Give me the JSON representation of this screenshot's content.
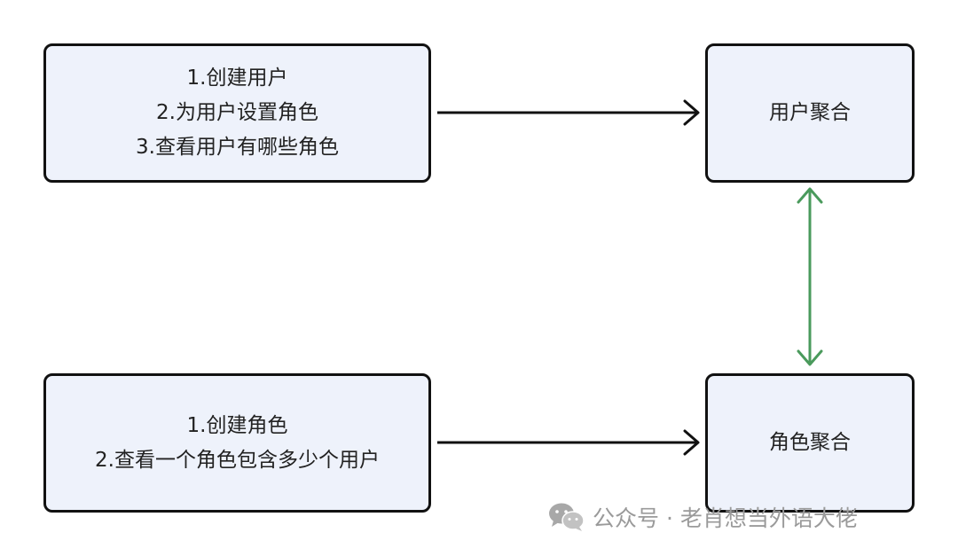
{
  "diagram": {
    "nodes": {
      "user_actions": {
        "lines": [
          "1.创建用户",
          "2.为用户设置角色",
          "3.查看用户有哪些角色"
        ]
      },
      "user_aggregate": {
        "label": "用户聚合"
      },
      "role_actions": {
        "lines": [
          "1.创建角色",
          "2.查看一个角色包含多少个用户"
        ]
      },
      "role_aggregate": {
        "label": "角色聚合"
      }
    },
    "edges": [
      {
        "from": "user_actions",
        "to": "user_aggregate",
        "style": "one-way",
        "color": "#111111"
      },
      {
        "from": "role_actions",
        "to": "role_aggregate",
        "style": "one-way",
        "color": "#111111"
      },
      {
        "from": "user_aggregate",
        "to": "role_aggregate",
        "style": "two-way",
        "color": "#4a9a5c"
      }
    ],
    "colors": {
      "box_fill": "#eef2fb",
      "box_border": "#111111",
      "text": "#222222"
    }
  },
  "watermark": {
    "icon": "wechat-icon",
    "text": "公众号 · 老肖想当外语大佬"
  }
}
